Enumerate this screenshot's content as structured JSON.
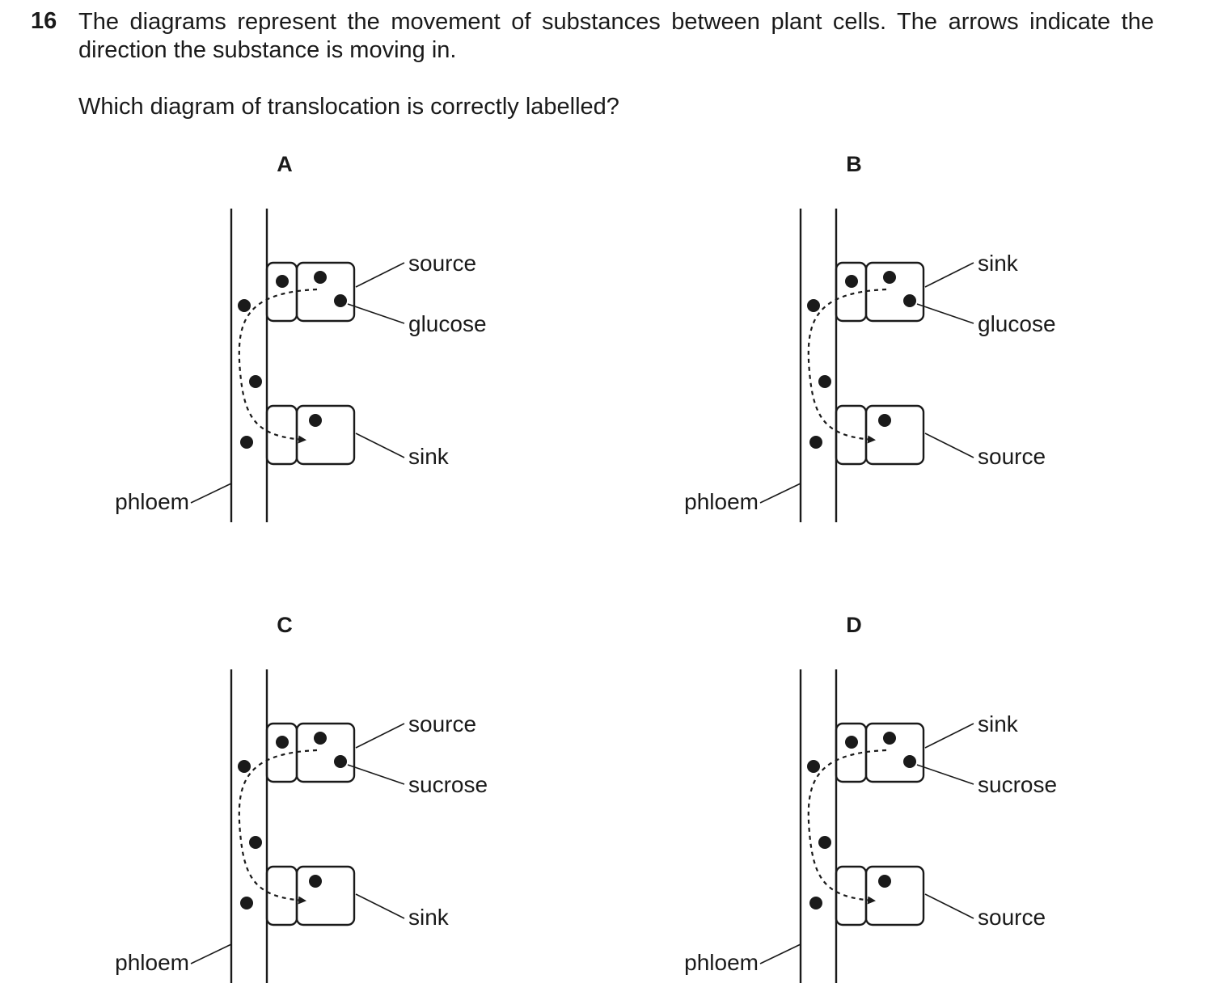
{
  "question": {
    "number": "16",
    "text": "The diagrams represent the movement of substances between plant cells. The arrows indicate the direction the substance is moving in.",
    "prompt": "Which diagram of translocation is correctly labelled?"
  },
  "options": [
    {
      "letter": "A",
      "top_label": "source",
      "middle_label": "glucose",
      "bottom_label": "sink",
      "phloem_label": "phloem"
    },
    {
      "letter": "B",
      "top_label": "sink",
      "middle_label": "glucose",
      "bottom_label": "source",
      "phloem_label": "phloem"
    },
    {
      "letter": "C",
      "top_label": "source",
      "middle_label": "sucrose",
      "bottom_label": "sink",
      "phloem_label": "phloem"
    },
    {
      "letter": "D",
      "top_label": "sink",
      "middle_label": "sucrose",
      "bottom_label": "source",
      "phloem_label": "phloem"
    }
  ]
}
